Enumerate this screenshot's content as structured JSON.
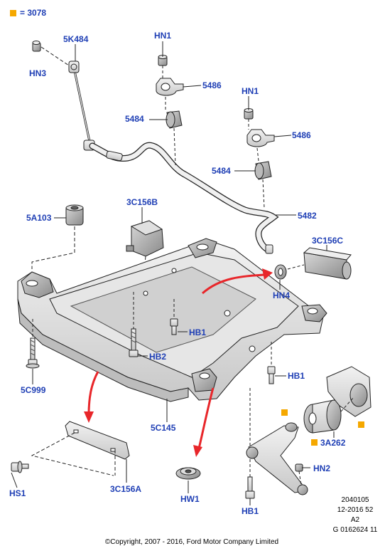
{
  "legend": {
    "marker_color": "#f5a800",
    "text": "= 3078"
  },
  "label_color": "#1f3fb5",
  "arrow_color": "#e8262a",
  "labels": {
    "5K484": "5K484",
    "HN3": "HN3",
    "HN1_top": "HN1",
    "5486_top": "5486",
    "5484_top": "5484",
    "HN1_right": "HN1",
    "5486_right": "5486",
    "5484_right": "5484",
    "5482": "5482",
    "5A103": "5A103",
    "3C156B": "3C156B",
    "3C156C": "3C156C",
    "HN4": "HN4",
    "HB1_mid": "HB1",
    "HB2": "HB2",
    "HB1_right": "HB1",
    "5C999": "5C999",
    "5C145": "5C145",
    "3A262": "3A262",
    "HS1": "HS1",
    "3C156A": "3C156A",
    "HW1": "HW1",
    "HN2": "HN2",
    "HB1_bottom": "HB1"
  },
  "meta": {
    "line1": "2040105",
    "line2": "12-2016 52",
    "line3": "A2",
    "line4": "G 0162624 11",
    "copyright": "©Copyright, 2007 - 2016, Ford Motor Company Limited"
  }
}
